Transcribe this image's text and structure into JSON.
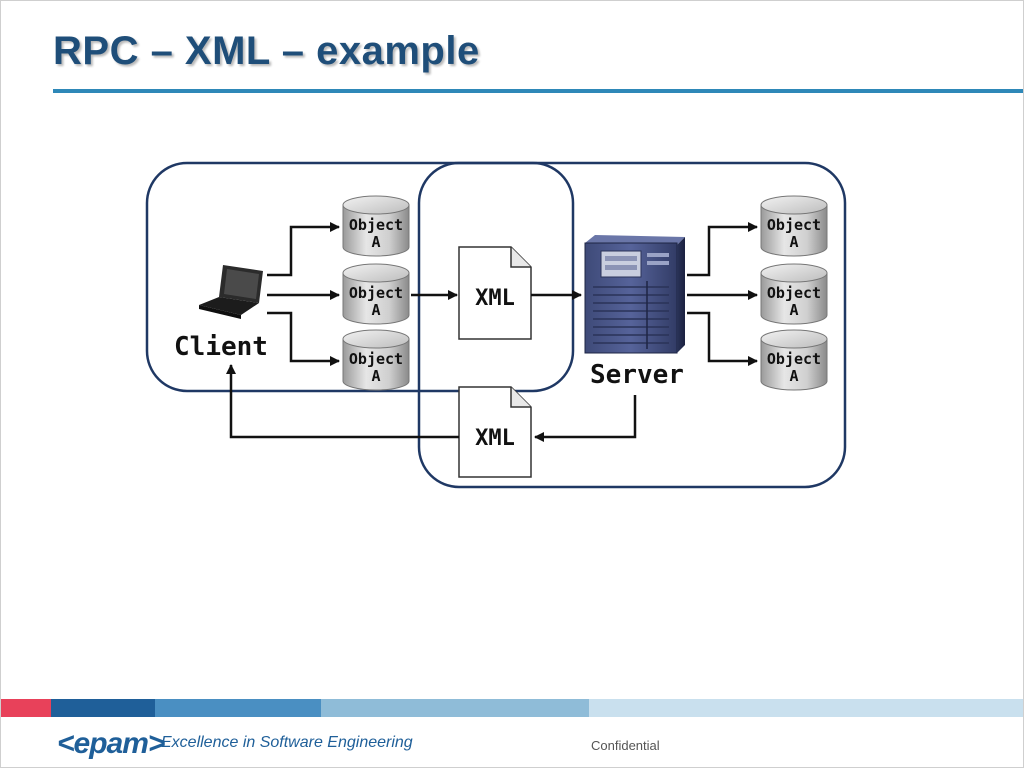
{
  "slide": {
    "title": "RPC – XML – example",
    "accent_color": "#2e88b8",
    "title_color": "#1f4e79"
  },
  "diagram": {
    "client_label": "Client",
    "server_label": "Server",
    "client_icon": "laptop-icon",
    "server_icon": "server-tower-icon",
    "request_document": "XML",
    "response_document": "XML",
    "client_objects": [
      {
        "line1": "Object",
        "line2": "A"
      },
      {
        "line1": "Object",
        "line2": "A"
      },
      {
        "line1": "Object",
        "line2": "A"
      }
    ],
    "server_objects": [
      {
        "line1": "Object",
        "line2": "A"
      },
      {
        "line1": "Object",
        "line2": "A"
      },
      {
        "line1": "Object",
        "line2": "A"
      }
    ],
    "region_border_color": "#1f3864"
  },
  "footer": {
    "logo_text": "<epam>",
    "tagline": "Excellence in Software Engineering",
    "confidential": "Confidential",
    "strip_colors": [
      "#e8415a",
      "#1f5f99",
      "#4a8fc2",
      "#8fbcd8",
      "#c9e0ee"
    ]
  }
}
